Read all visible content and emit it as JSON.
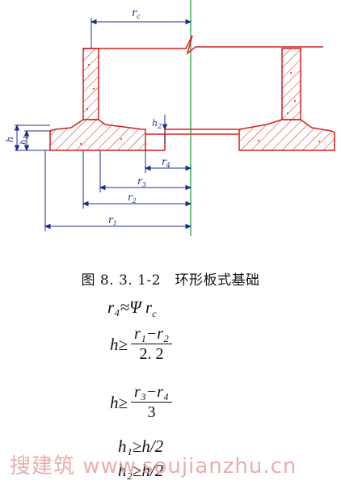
{
  "diagram": {
    "labels": {
      "rc": "r",
      "rc_sub": "c",
      "r4": "r",
      "r4_sub": "4",
      "r3": "r",
      "r3_sub": "3",
      "r2": "r",
      "r2_sub": "2",
      "r1": "r",
      "r1_sub": "1",
      "h": "h",
      "h1": "h",
      "h1_sub": "1",
      "h2": "h",
      "h2_sub": "2"
    }
  },
  "caption": "图 8. 3. 1-2　环形板式基础",
  "formulas": {
    "f1": "r₄≈Ψ r",
    "f1_sub": "c",
    "f2_lhs": "h≥",
    "f2_num": "r₁−r₂",
    "f2_den": "2. 2",
    "f3_lhs": "h≥",
    "f3_num": "r₃−r₄",
    "f3_den": "3",
    "f4": "h₁≥h/2",
    "f5": "h₂≥h/2"
  },
  "watermark": "搜建筑 www.soujianzhu.cn",
  "colors": {
    "outline": "#d42020",
    "centerline": "#19a02a",
    "dimension": "#1d2f8f",
    "watermark": "#e6a0a0"
  }
}
